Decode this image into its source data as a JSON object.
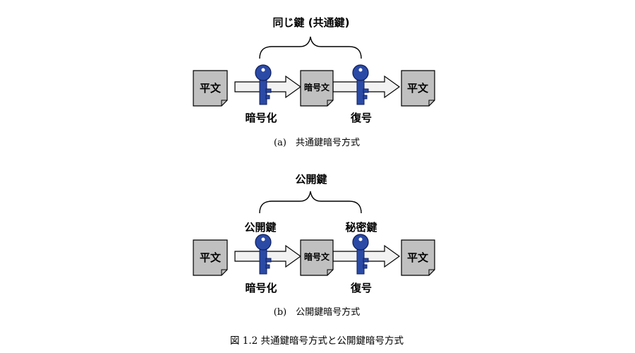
{
  "colors": {
    "doc_fill": "#c0c0c0",
    "doc_stroke": "#000000",
    "arrow_fill": "#f2f2f2",
    "key_fill": "#2b4aa6",
    "key_stroke": "#0f1f5c",
    "text": "#000000"
  },
  "diagram_a": {
    "bracket_label": "同じ鍵 (共通鍵)",
    "plaintext_left": "平文",
    "ciphertext": "暗号文",
    "plaintext_right": "平文",
    "encrypt_label": "暗号化",
    "decrypt_label": "復号",
    "caption": "(a)　共通鍵暗号方式"
  },
  "diagram_b": {
    "bracket_label": "公開鍵",
    "key_left_label": "公開鍵",
    "key_right_label": "秘密鍵",
    "plaintext_left": "平文",
    "ciphertext": "暗号文",
    "plaintext_right": "平文",
    "encrypt_label": "暗号化",
    "decrypt_label": "復号",
    "caption": "(b)　公開鍵暗号方式"
  },
  "figure_caption": "図 1.2  共通鍵暗号方式と公開鍵暗号方式",
  "icons": [
    "key-icon",
    "document-icon",
    "arrow-icon"
  ]
}
